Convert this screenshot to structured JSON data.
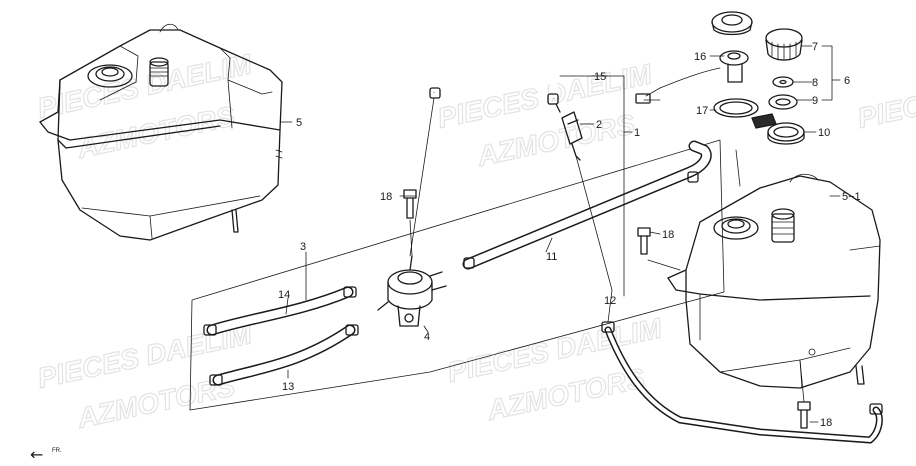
{
  "watermark": {
    "line1": "PIECES DAELIM",
    "line2": "AZMOTORS"
  },
  "callouts": {
    "c1": "1",
    "c2": "2",
    "c3": "3",
    "c4": "4",
    "c5": "5",
    "c5_1": "5−1",
    "c6": "6",
    "c7": "7",
    "c8": "8",
    "c9": "9",
    "c10": "10",
    "c11": "11",
    "c12": "12",
    "c13": "13",
    "c14": "14",
    "c15": "15",
    "c16": "16",
    "c17": "17",
    "c18a": "18",
    "c18b": "18",
    "c18c": "18"
  },
  "direction_marker": {
    "arrow": "←",
    "label": "FR."
  }
}
